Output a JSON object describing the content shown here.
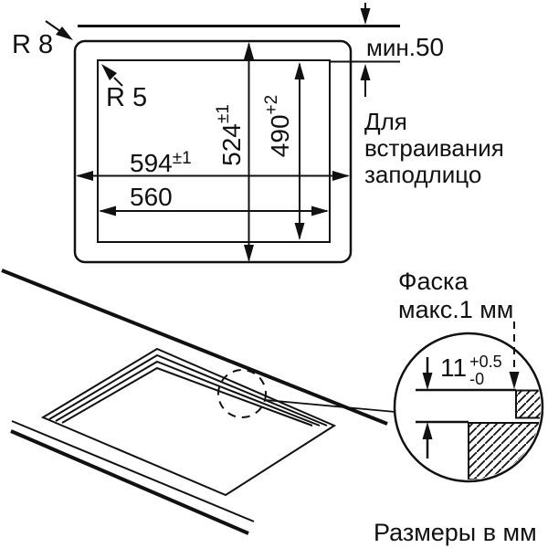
{
  "meta": {
    "units_note": "Размеры в мм"
  },
  "cutout_plan": {
    "corner_radius_outer": "R 8",
    "corner_radius_inner": "R 5",
    "min_wall_clearance": {
      "label": "мин.",
      "value": "50"
    },
    "outer_width": {
      "value": "594",
      "tolerance": "±1"
    },
    "inner_width": {
      "value": "560"
    },
    "outer_depth": {
      "value": "524",
      "tolerance": "±1"
    },
    "inner_depth": {
      "value": "490",
      "tolerance": "+2"
    },
    "note_lines": [
      "Для",
      "встраивания",
      "заподлицо"
    ]
  },
  "flush_detail": {
    "chamfer_note_lines": [
      "Фаска",
      "макс.1 мм"
    ],
    "recess_depth": {
      "value": "11",
      "tolerance_plus": "+0.5",
      "tolerance_minus": "-0"
    }
  }
}
